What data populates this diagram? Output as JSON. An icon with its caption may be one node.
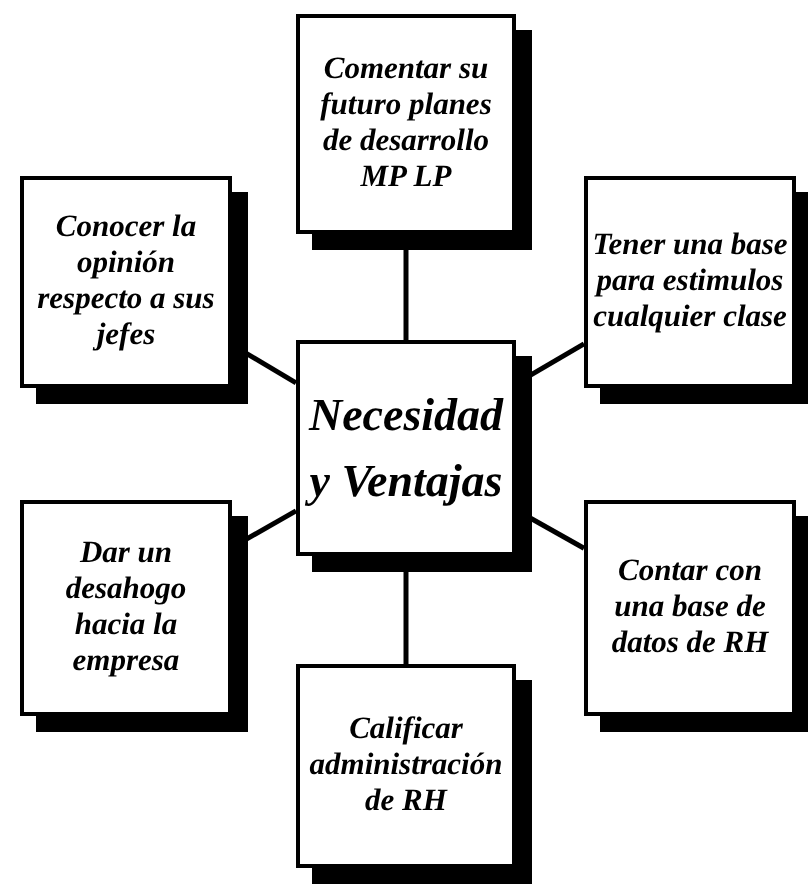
{
  "diagram": {
    "nodes": [
      {
        "text": [
          "Necesidad y Ventajas"
        ]
      },
      {
        "text": [
          "Comentar su futuro planes de desarrollo MP LP"
        ]
      },
      {
        "text": [
          "Conocer la opinión respecto a sus jefes"
        ]
      },
      {
        "text": [
          "Tener una base para estimulos cualquier clase"
        ]
      },
      {
        "text": [
          "Dar un desahogo hacia la empresa"
        ]
      },
      {
        "text": [
          "Contar con una base de datos de RH"
        ]
      },
      {
        "text": [
          "Calificar administración de RH"
        ]
      }
    ],
    "edges": [
      {
        "from": 0,
        "to": 1,
        "arrow": "none"
      },
      {
        "from": 0,
        "to": 2,
        "arrow": "none"
      },
      {
        "from": 0,
        "to": 3,
        "arrow": "none"
      },
      {
        "from": 0,
        "to": 4,
        "arrow": "none"
      },
      {
        "from": 0,
        "to": 5,
        "arrow": "none"
      },
      {
        "from": 0,
        "to": 6,
        "arrow": "none"
      }
    ]
  }
}
